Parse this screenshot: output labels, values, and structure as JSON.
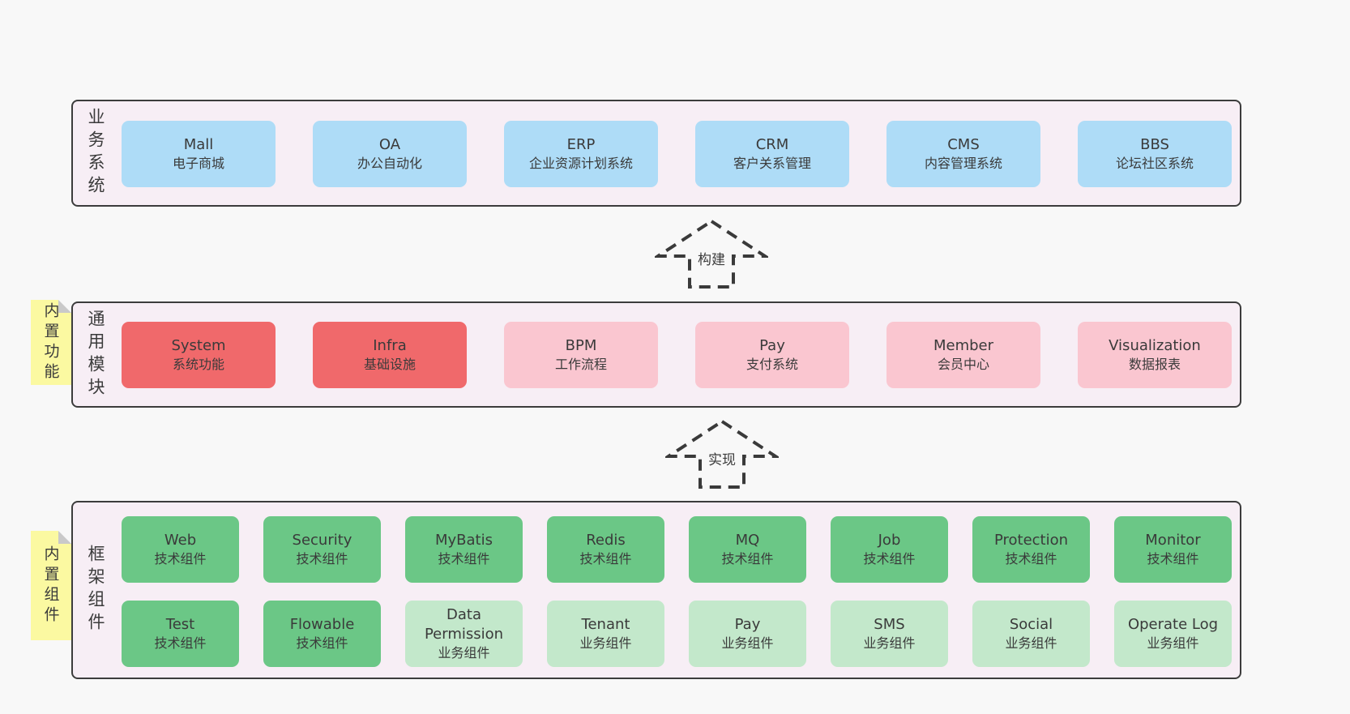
{
  "arrows": [
    {
      "label": "构建"
    },
    {
      "label": "实现"
    }
  ],
  "layers": [
    {
      "label": "业务系统",
      "rows": [
        {
          "boxes": [
            {
              "name": "Mall",
              "desc": "电子商城"
            },
            {
              "name": "OA",
              "desc": "办公自动化"
            },
            {
              "name": "ERP",
              "desc": "企业资源计划系统"
            },
            {
              "name": "CRM",
              "desc": "客户关系管理"
            },
            {
              "name": "CMS",
              "desc": "内容管理系统"
            },
            {
              "name": "BBS",
              "desc": "论坛社区系统"
            }
          ]
        }
      ]
    },
    {
      "label": "通用模块",
      "note": "内置功能",
      "rows": [
        {
          "boxes": [
            {
              "name": "System",
              "desc": "系统功能"
            },
            {
              "name": "Infra",
              "desc": "基础设施"
            },
            {
              "name": "BPM",
              "desc": "工作流程"
            },
            {
              "name": "Pay",
              "desc": "支付系统"
            },
            {
              "name": "Member",
              "desc": "会员中心"
            },
            {
              "name": "Visualization",
              "desc": "数据报表"
            }
          ]
        }
      ]
    },
    {
      "label": "框架组件",
      "note": "内置组件",
      "rows": [
        {
          "boxes": [
            {
              "name": "Web",
              "desc": "技术组件"
            },
            {
              "name": "Security",
              "desc": "技术组件"
            },
            {
              "name": "MyBatis",
              "desc": "技术组件"
            },
            {
              "name": "Redis",
              "desc": "技术组件"
            },
            {
              "name": "MQ",
              "desc": "技术组件"
            },
            {
              "name": "Job",
              "desc": "技术组件"
            },
            {
              "name": "Protection",
              "desc": "技术组件"
            },
            {
              "name": "Monitor",
              "desc": "技术组件"
            }
          ]
        },
        {
          "boxes": [
            {
              "name": "Test",
              "desc": "技术组件"
            },
            {
              "name": "Flowable",
              "desc": "技术组件"
            },
            {
              "name": "Data Permission",
              "desc": "业务组件"
            },
            {
              "name": "Tenant",
              "desc": "业务组件"
            },
            {
              "name": "Pay",
              "desc": "业务组件"
            },
            {
              "name": "SMS",
              "desc": "业务组件"
            },
            {
              "name": "Social",
              "desc": "业务组件"
            },
            {
              "name": "Operate Log",
              "desc": "业务组件"
            }
          ]
        }
      ]
    }
  ],
  "colors": {
    "page_bg": "#f8f8f8",
    "layer_bg": "#f7eef5",
    "layer_border": "#3c3c3c",
    "box_blue": "#aedcf7",
    "box_red": "#f0696b",
    "box_pink": "#fac6d0",
    "box_green": "#6bc786",
    "box_light_green": "#c3e8cb",
    "note_yellow": "#fbf9a1",
    "note_fold_gray": "#c9c9c9",
    "text": "#3a3a3a"
  }
}
